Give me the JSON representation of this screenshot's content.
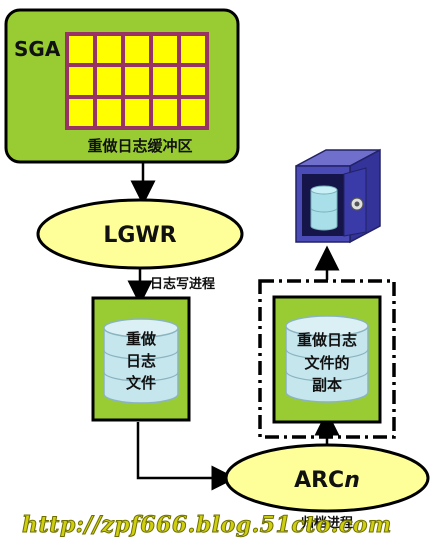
{
  "sga": {
    "label": "SGA",
    "buffer_label": "重做日志缓冲区"
  },
  "lgwr": {
    "label": "LGWR",
    "process_label": "日志写进程"
  },
  "online_log": {
    "lines": [
      "重做",
      "日志",
      "文件"
    ]
  },
  "archive_copy": {
    "lines": [
      "重做日志",
      "文件的",
      "副本"
    ]
  },
  "arcn": {
    "label_prefix": "ARC",
    "label_italic": "n",
    "process_label": "归档进程"
  },
  "watermark": {
    "text": "http://zpf666.blog.51cto.com"
  },
  "colors": {
    "green": "#99cc33",
    "yellow_grid": "#ffff00",
    "grid_border": "#993366",
    "ellipse_fill": "#ffff99",
    "cylinder": "#c6e6ee",
    "safe_blue": "#4b4bb8",
    "watermark": "#cfcf10"
  }
}
